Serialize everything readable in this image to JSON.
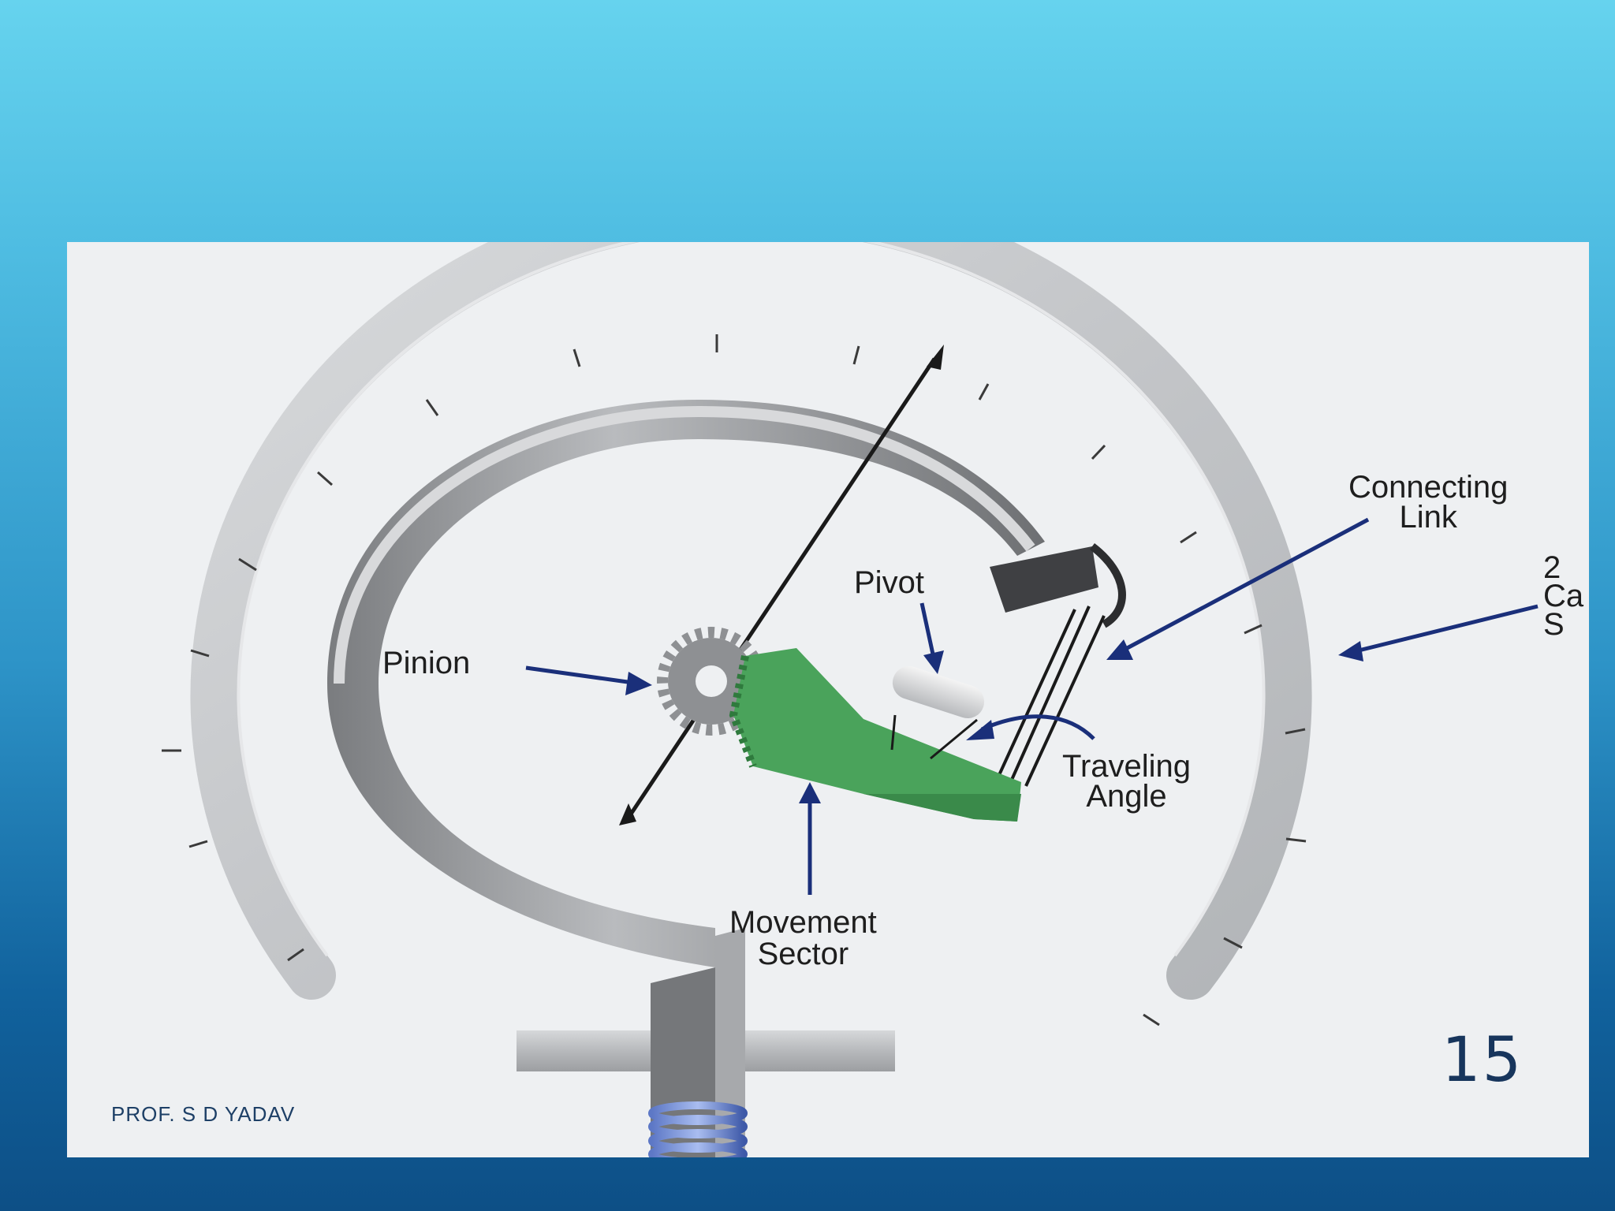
{
  "slide": {
    "footer": "PROF. S D YADAV",
    "page_number": "15"
  },
  "diagram": {
    "labels": {
      "pinion": "Pinion",
      "pivot": "Pivot",
      "connecting_link": "Connecting\nLink",
      "traveling_angle": "Traveling\nAngle",
      "movement_sector": "Movement\nSector",
      "cut_off_label": "2\nCa\nS"
    }
  },
  "colors": {
    "sector_green": "#4aa35b",
    "arrow_blue": "#1a2f7a",
    "footer_text": "#1d3f66"
  }
}
